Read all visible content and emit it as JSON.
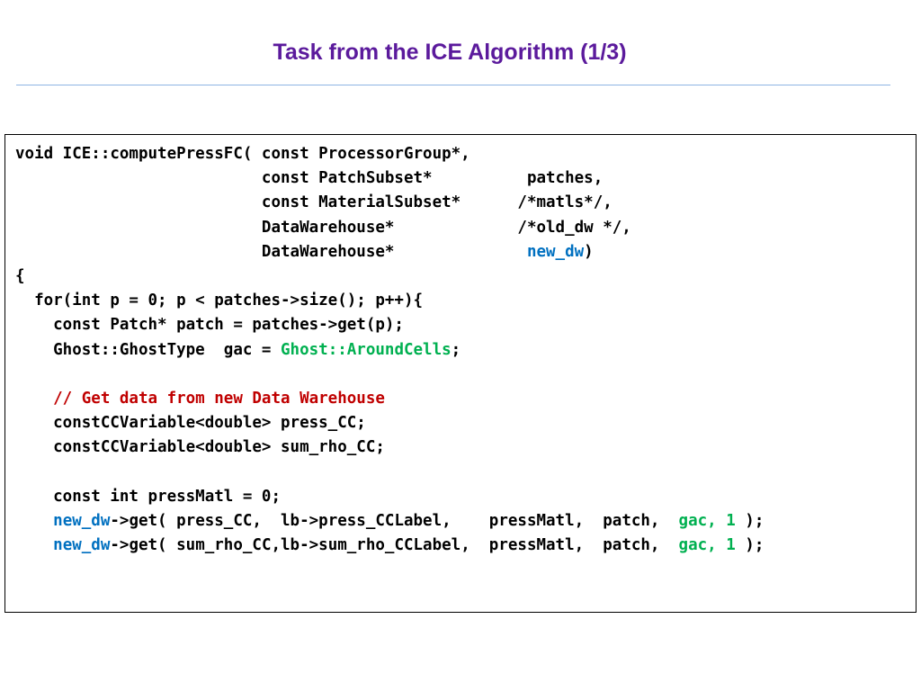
{
  "slide": {
    "title": "Task from the ICE Algorithm  (1/3)"
  },
  "colors": {
    "title": "#5b1a9c",
    "rule": "#8eb4e3",
    "plain": "#000000",
    "variable": "#0070c0",
    "ghost": "#00b050",
    "comment": "#c00000"
  },
  "code": {
    "lines": [
      [
        {
          "t": "void ICE::computePressFC( const ProcessorGroup*,",
          "k": "plain"
        }
      ],
      [
        {
          "t": "                          const PatchSubset*          patches,",
          "k": "plain"
        }
      ],
      [
        {
          "t": "                          const MaterialSubset*      /*matls*/,",
          "k": "plain"
        }
      ],
      [
        {
          "t": "                          DataWarehouse*             /*old_dw */,",
          "k": "plain"
        }
      ],
      [
        {
          "t": "                          DataWarehouse*              ",
          "k": "plain"
        },
        {
          "t": "new_dw",
          "k": "var"
        },
        {
          "t": ")",
          "k": "plain"
        }
      ],
      [
        {
          "t": "{",
          "k": "plain"
        }
      ],
      [
        {
          "t": "  for(int p = 0; p < patches->size(); p++){",
          "k": "plain"
        }
      ],
      [
        {
          "t": "    const Patch* patch = patches->get(p);",
          "k": "plain"
        }
      ],
      [
        {
          "t": "    Ghost::GhostType  gac = ",
          "k": "plain"
        },
        {
          "t": "Ghost::AroundCells",
          "k": "ghost"
        },
        {
          "t": ";",
          "k": "plain"
        }
      ],
      [],
      [
        {
          "t": "    // Get data from new Data Warehouse",
          "k": "comment"
        }
      ],
      [
        {
          "t": "    constCCVariable<double> press_CC;",
          "k": "plain"
        }
      ],
      [
        {
          "t": "    constCCVariable<double> sum_rho_CC;",
          "k": "plain"
        }
      ],
      [],
      [
        {
          "t": "    const int pressMatl = 0;",
          "k": "plain"
        }
      ],
      [
        {
          "t": "    ",
          "k": "plain"
        },
        {
          "t": "new_dw",
          "k": "var"
        },
        {
          "t": "->get( press_CC,  lb->press_CCLabel,    pressMatl,  patch,  ",
          "k": "plain"
        },
        {
          "t": "gac, 1",
          "k": "ghost"
        },
        {
          "t": " );",
          "k": "plain"
        }
      ],
      [
        {
          "t": "    ",
          "k": "plain"
        },
        {
          "t": "new_dw",
          "k": "var"
        },
        {
          "t": "->get( sum_rho_CC,lb->sum_rho_CCLabel,  pressMatl,  patch,  ",
          "k": "plain"
        },
        {
          "t": "gac, 1",
          "k": "ghost"
        },
        {
          "t": " );",
          "k": "plain"
        }
      ]
    ]
  }
}
